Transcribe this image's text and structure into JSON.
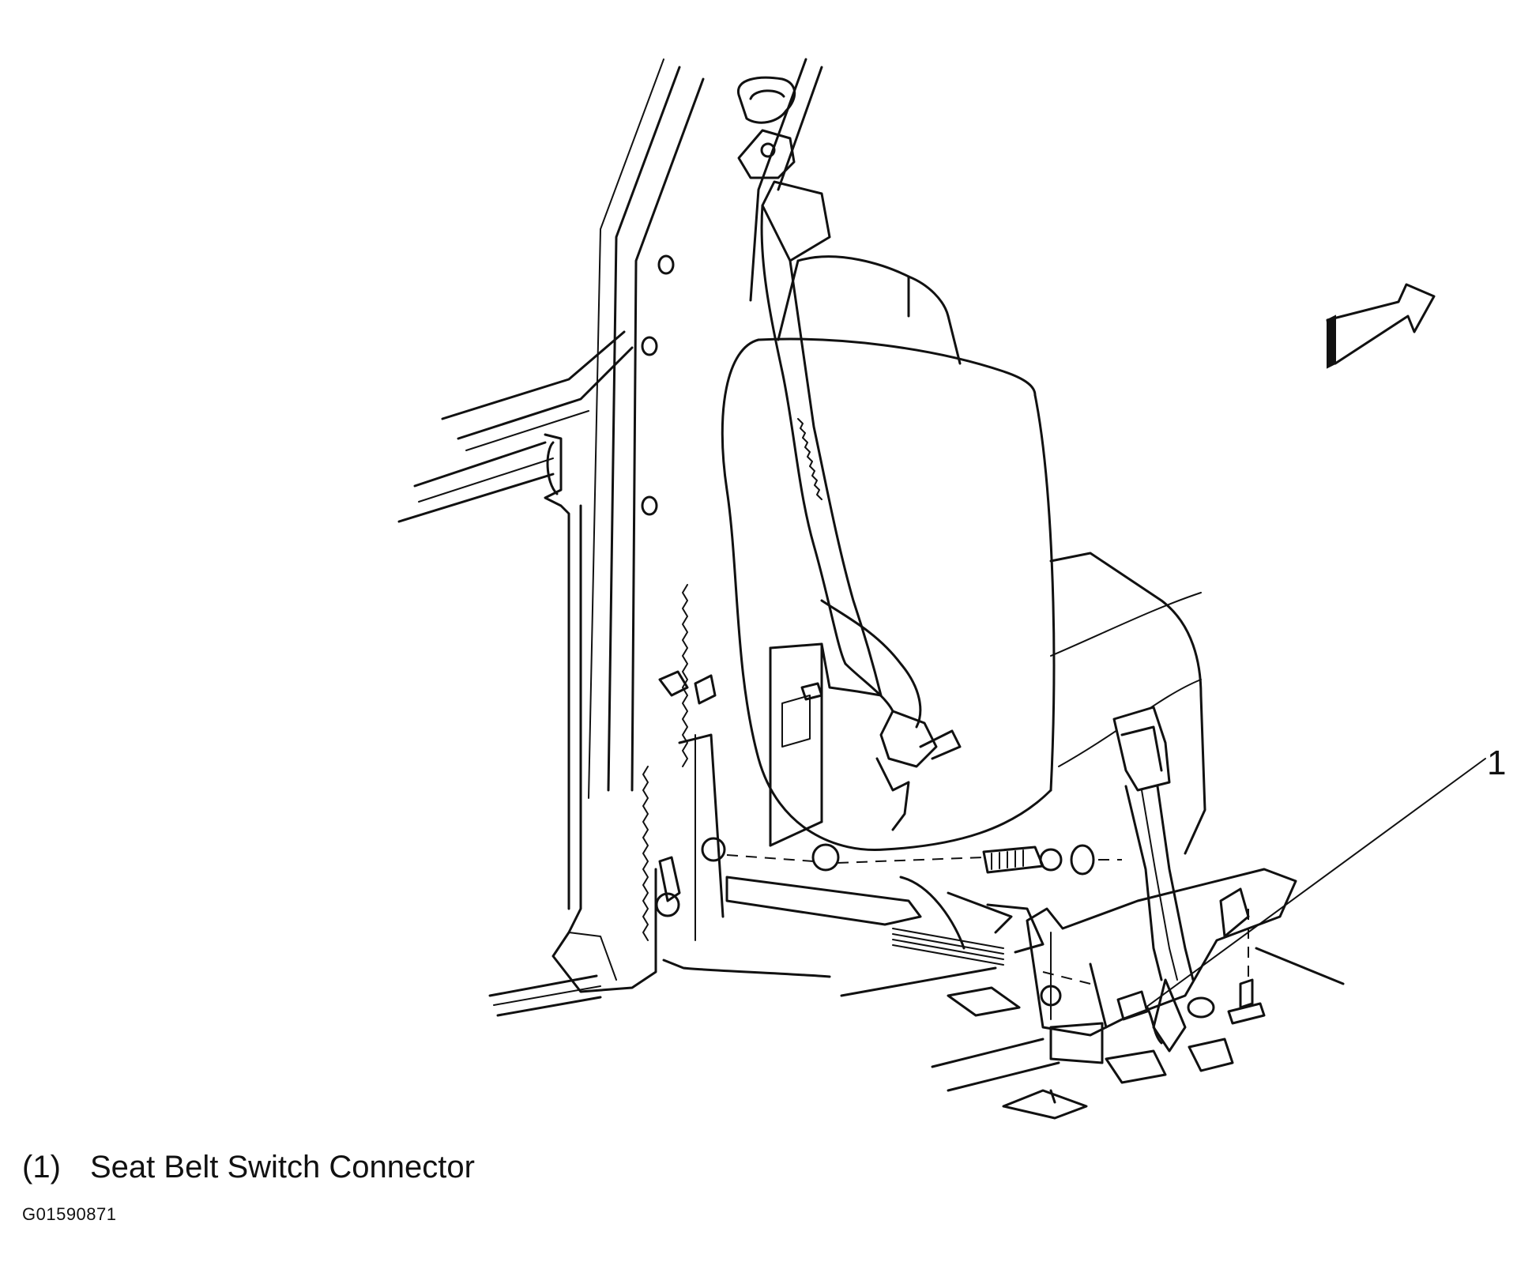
{
  "callouts": [
    {
      "number": "1",
      "legend_number": "(1)",
      "label": "Seat Belt Switch Connector"
    }
  ],
  "figure_id": "G01590871",
  "icons": {
    "view_direction": "arrow-icon"
  }
}
